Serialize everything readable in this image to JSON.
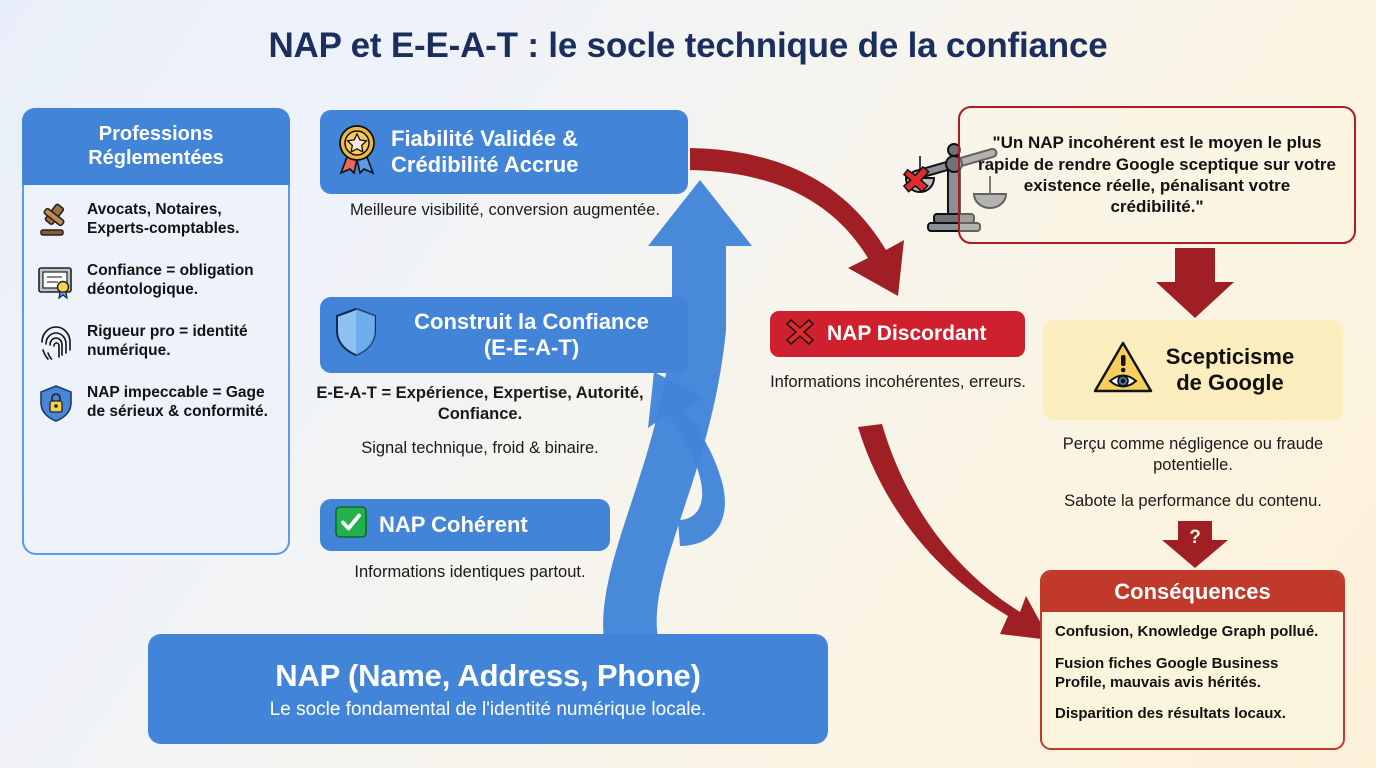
{
  "title": "NAP et E-E-A-T : le socle technique de la confiance",
  "colors": {
    "blue": "#4285d8",
    "red": "#c0392b",
    "dark_red": "#a01f24",
    "yellow": "#fbedbe",
    "panel_bg": "#eef3fb",
    "title": "#1b2f5e"
  },
  "panel": {
    "heading_line1": "Professions",
    "heading_line2": "Réglementées",
    "items": [
      {
        "icon": "gavel-icon",
        "text": "Avocats, Notaires, Experts-comptables."
      },
      {
        "icon": "certificate-icon",
        "text": "Confiance = obligation déontologique."
      },
      {
        "icon": "fingerprint-icon",
        "text": "Rigueur pro = identité numérique."
      },
      {
        "icon": "shield-lock-icon",
        "text": "NAP impeccable = Gage de sérieux & conformité."
      }
    ]
  },
  "center": {
    "fiabilite": {
      "icon": "medal-icon",
      "line1": "Fiabilité Validée &",
      "line2": "Crédibilité Accrue",
      "caption": "Meilleure visibilité, conversion augmentée."
    },
    "construit": {
      "icon": "shield-icon",
      "line1": "Construit la Confiance",
      "line2": "(E-E-A-T)",
      "caption_bold": "E-E-A-T = Expérience, Expertise, Autorité, Confiance.",
      "caption": "Signal technique, froid & binaire."
    },
    "nap_coherent": {
      "icon": "check-mark-icon",
      "label": "NAP Cohérent",
      "caption": "Informations identiques partout."
    },
    "nap_base": {
      "title": "NAP (Name, Address, Phone)",
      "subtitle": "Le socle fondamental de l'identité numérique locale."
    }
  },
  "right": {
    "nap_discordant": {
      "icon": "cross-mark-icon",
      "label": "NAP Discordant",
      "caption": "Informations incohérentes, erreurs."
    },
    "quote": {
      "icon": "unbalanced-scale-icon",
      "text": "\"Un NAP incohérent est le moyen le plus rapide de rendre Google sceptique sur votre existence réelle, pénalisant votre crédibilité.\""
    },
    "scepticisme": {
      "icon": "warning-eye-icon",
      "line1": "Scepticisme",
      "line2": "de Google",
      "caption1": "Perçu comme négligence ou fraude potentielle.",
      "caption2": "Sabote la performance du contenu."
    },
    "consequences": {
      "heading": "Conséquences",
      "items": [
        "Confusion, Knowledge Graph pollué.",
        "Fusion fiches Google Business Profile, mauvais avis hérités.",
        "Disparition des résultats locaux."
      ]
    }
  }
}
